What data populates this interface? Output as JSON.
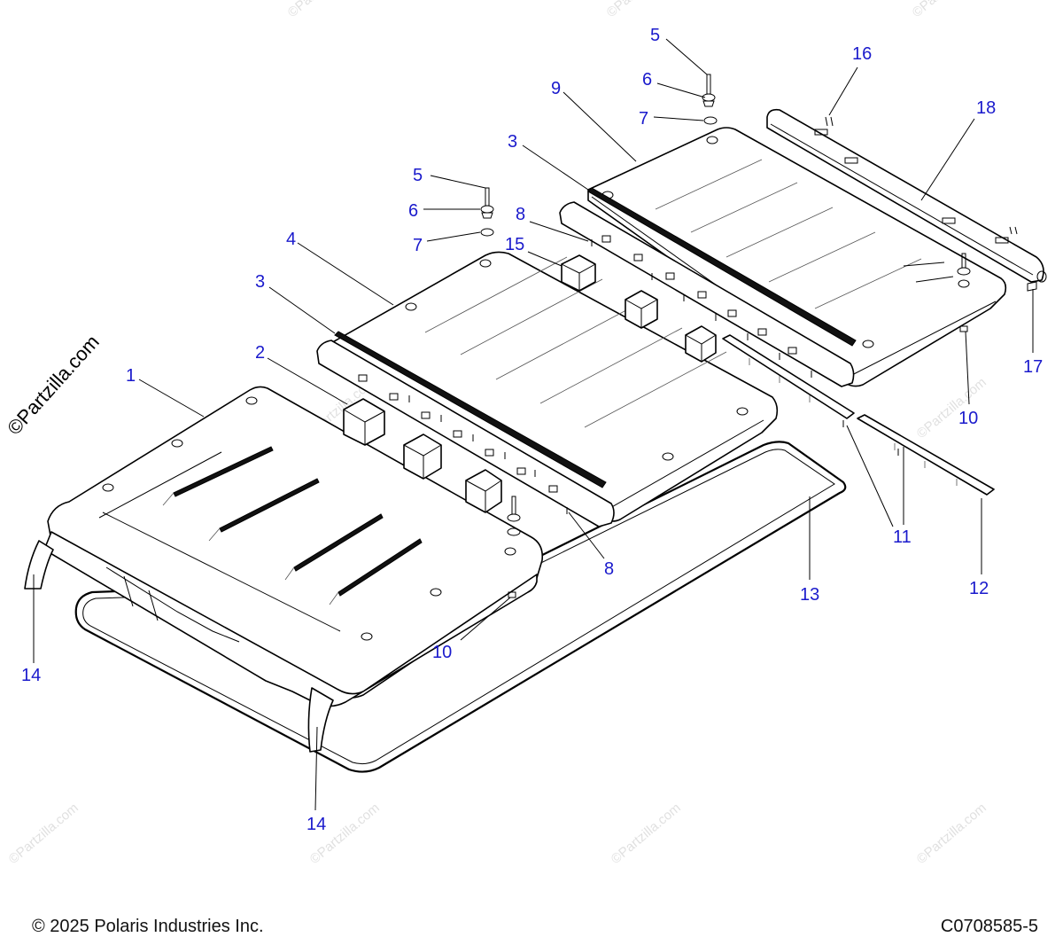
{
  "watermark": {
    "main": "©Partzilla.com",
    "tile": "©Partzilla.com"
  },
  "callouts": {
    "c1": "1",
    "c2": "2",
    "c3a": "3",
    "c3b": "3",
    "c4": "4",
    "c5a": "5",
    "c5b": "5",
    "c6a": "6",
    "c6b": "6",
    "c7a": "7",
    "c7b": "7",
    "c8a": "8",
    "c8b": "8",
    "c9": "9",
    "c10a": "10",
    "c10b": "10",
    "c11": "11",
    "c12": "12",
    "c13": "13",
    "c14a": "14",
    "c14b": "14",
    "c15": "15",
    "c16": "16",
    "c17": "17",
    "c18": "18"
  },
  "footer": {
    "copyright": "© 2025 Polaris Industries Inc.",
    "figure_code": "C0708585-5"
  },
  "colors": {
    "callout": "#1a1acc",
    "line": "#000000",
    "watermark": "#c8c8c8"
  }
}
